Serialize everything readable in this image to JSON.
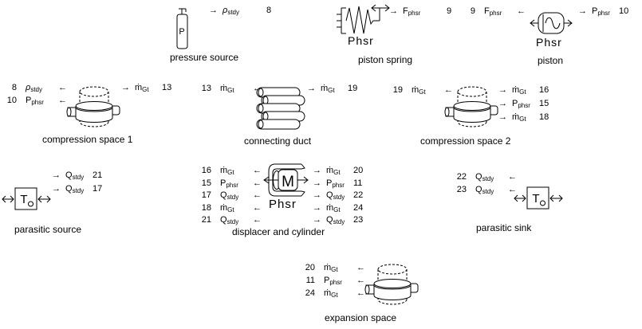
{
  "colors": {
    "background": "#ffffff",
    "ink": "#000000"
  },
  "modules": {
    "pressure_source": {
      "caption": "pressure source",
      "icon_letter": "P",
      "ports_right": [
        {
          "arrow": "→",
          "label": "ρ",
          "sub": "stdy",
          "num": "8"
        }
      ]
    },
    "piston_spring": {
      "caption": "piston spring",
      "icon_label": "Phsr",
      "ports_right": [
        {
          "arrow": "→",
          "label": "F",
          "sub": "phsr",
          "num": "9"
        }
      ]
    },
    "piston": {
      "caption": "piston",
      "icon_label": "Phsr",
      "ports_left": [
        {
          "num": "9",
          "label": "F",
          "sub": "phsr",
          "arrow": "←"
        }
      ],
      "ports_right": [
        {
          "arrow": "→",
          "label": "P",
          "sub": "phsr",
          "num": "10"
        }
      ]
    },
    "compression_space_1": {
      "caption": "compression space 1",
      "ports_left": [
        {
          "num": "8",
          "label": "ρ",
          "sub": "stdy",
          "arrow": "←"
        },
        {
          "num": "10",
          "label": "P",
          "sub": "phsr",
          "arrow": "←"
        }
      ],
      "ports_right": [
        {
          "arrow": "→",
          "label": "ṁ",
          "sub": "Gt",
          "num": "13"
        }
      ]
    },
    "connecting_duct": {
      "caption": "connecting duct",
      "ports_left": [
        {
          "num": "13",
          "label": "ṁ",
          "sub": "Gt",
          "arrow": "←"
        }
      ],
      "ports_right": [
        {
          "arrow": "→",
          "label": "ṁ",
          "sub": "Gt",
          "num": "19"
        }
      ]
    },
    "compression_space_2": {
      "caption": "compression space 2",
      "ports_left": [
        {
          "num": "19",
          "label": "ṁ",
          "sub": "Gt",
          "arrow": "←"
        }
      ],
      "ports_right": [
        {
          "arrow": "→",
          "label": "ṁ",
          "sub": "Gt",
          "num": "16"
        },
        {
          "arrow": "→",
          "label": "P",
          "sub": "phsr",
          "num": "15"
        },
        {
          "arrow": "→",
          "label": "ṁ",
          "sub": "Gt",
          "num": "18"
        }
      ]
    },
    "parasitic_source": {
      "caption": "parasitic source",
      "icon_letter": "T",
      "ports_right": [
        {
          "arrow": "→",
          "label": "Q",
          "sub": "stdy",
          "num": "21"
        },
        {
          "arrow": "→",
          "label": "Q",
          "sub": "stdy",
          "num": "17"
        }
      ]
    },
    "displacer_and_cylinder": {
      "caption": "displacer and cylinder",
      "icon_label": "Phsr",
      "icon_letter": "M",
      "ports_left": [
        {
          "num": "16",
          "label": "ṁ",
          "sub": "Gt",
          "arrow": "←"
        },
        {
          "num": "15",
          "label": "P",
          "sub": "phsr",
          "arrow": "←"
        },
        {
          "num": "17",
          "label": "Q",
          "sub": "stdy",
          "arrow": "←"
        },
        {
          "num": "18",
          "label": "ṁ",
          "sub": "Gt",
          "arrow": "←"
        },
        {
          "num": "21",
          "label": "Q",
          "sub": "stdy",
          "arrow": "←"
        }
      ],
      "ports_right": [
        {
          "arrow": "→",
          "label": "ṁ",
          "sub": "Gt",
          "num": "20"
        },
        {
          "arrow": "→",
          "label": "P",
          "sub": "phsr",
          "num": "11"
        },
        {
          "arrow": "→",
          "label": "Q",
          "sub": "stdy",
          "num": "22"
        },
        {
          "arrow": "→",
          "label": "ṁ",
          "sub": "Gt",
          "num": "24"
        },
        {
          "arrow": "→",
          "label": "Q",
          "sub": "stdy",
          "num": "23"
        }
      ]
    },
    "parasitic_sink": {
      "caption": "parasitic sink",
      "icon_letter": "T",
      "ports_left": [
        {
          "num": "22",
          "label": "Q",
          "sub": "stdy",
          "arrow": "←"
        },
        {
          "num": "23",
          "label": "Q",
          "sub": "stdy",
          "arrow": "←"
        }
      ]
    },
    "expansion_space": {
      "caption": "expansion space",
      "ports_left": [
        {
          "num": "20",
          "label": "ṁ",
          "sub": "Gt",
          "arrow": "←"
        },
        {
          "num": "11",
          "label": "P",
          "sub": "phsr",
          "arrow": "←"
        },
        {
          "num": "24",
          "label": "ṁ",
          "sub": "Gt",
          "arrow": "←"
        }
      ]
    }
  }
}
